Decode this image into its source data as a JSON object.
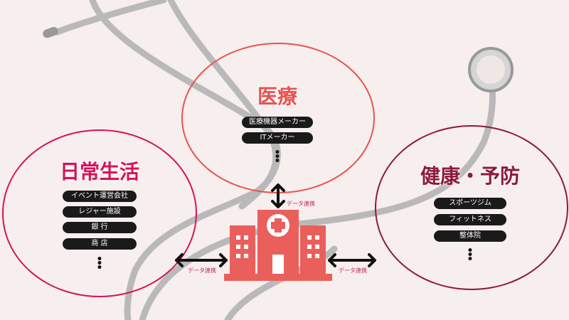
{
  "colors": {
    "daily": "#d4145a",
    "medical": "#e8534f",
    "health": "#8e1a3a",
    "hospital": "#ea5f5c"
  },
  "groups": {
    "daily": {
      "title": "日常生活",
      "items": [
        "イベント運営会社",
        "レジャー施設",
        "銀 行",
        "商 店"
      ],
      "more": "⋮"
    },
    "medical": {
      "title": "医療",
      "items": [
        "医療機器メーカー",
        "ITメーカー"
      ],
      "more": "⋮"
    },
    "health": {
      "title": "健康・予防",
      "items": [
        "スポーツジム",
        "フィットネス",
        "整体院"
      ],
      "more": "⋮"
    }
  },
  "links": {
    "top": "データ連携",
    "left": "データ連携",
    "right": "データ連携"
  }
}
